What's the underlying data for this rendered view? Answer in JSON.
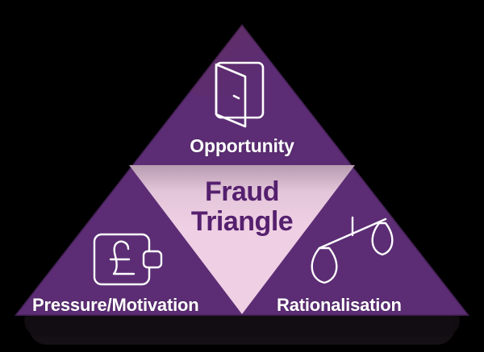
{
  "diagram": {
    "type": "fraud-triangle",
    "center_title_line1": "Fraud",
    "center_title_line2": "Triangle",
    "corners": [
      {
        "id": "opportunity",
        "label": "Opportunity",
        "icon": "open-door-icon",
        "position": "top"
      },
      {
        "id": "pressure-motivation",
        "label": "Pressure/Motivation",
        "icon": "wallet-pound-icon",
        "position": "bottom-left"
      },
      {
        "id": "rationalisation",
        "label": "Rationalisation",
        "icon": "scales-of-justice-icon",
        "position": "bottom-right"
      }
    ],
    "currency_symbol": "£"
  },
  "colors": {
    "background": "#000000",
    "triangle_purple": "#5C2D74",
    "triangle_purple_dark": "#4E2463",
    "inner_triangle_pink": "#EFCFE4",
    "inner_triangle_pink_shade": "#C9A8BE",
    "label_text": "#FFFFFF",
    "center_title_text": "#55206E",
    "icon_stroke": "#FFFFFF",
    "shadow": "#140E14"
  }
}
